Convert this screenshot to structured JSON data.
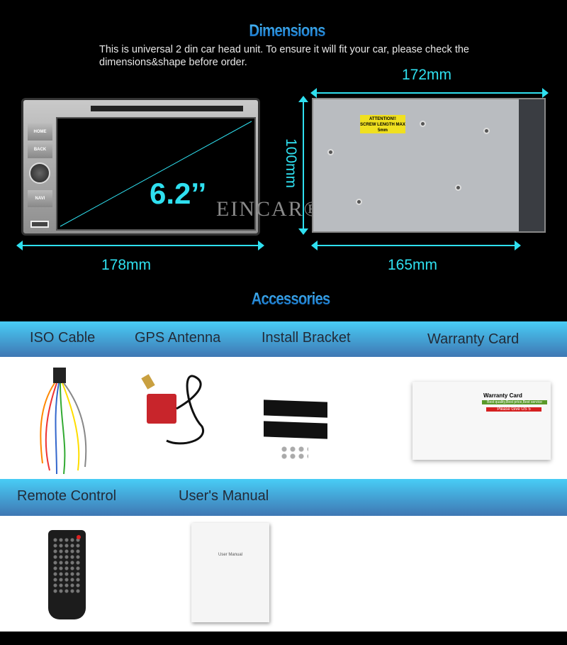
{
  "dimensions": {
    "title": "Dimensions",
    "description_line1": "This is universal 2 din car head unit. To ensure it will fit your car, please check the",
    "description_line2": "dimensions&shape before order.",
    "top_width": "172mm",
    "front_width": "178mm",
    "back_width": "165mm",
    "height": "100mm",
    "screen_size": "6.2’’",
    "watermark": "EINCAR®",
    "unit_buttons": [
      "HOME",
      "BACK",
      "NAVI"
    ],
    "sticker": [
      "ATTENTION!!",
      "SCREW LENGTH MAX",
      "5mm"
    ]
  },
  "accessories": {
    "title": "Accessories",
    "row1": [
      "ISO Cable",
      "GPS Antenna",
      "Install Bracket",
      "Warranty Card"
    ],
    "row2": [
      "Remote Control",
      "User's Manual"
    ],
    "warranty_card_title": "Warranty Card",
    "warranty_banner": "Best quality,Best price,Best service",
    "warranty_badge": "Please Give US 5",
    "manual_title": "User Manual"
  },
  "colors": {
    "accent": "#2fe0f0",
    "bar_top": "#48cdf6",
    "bar_bottom": "#3f77b3"
  }
}
